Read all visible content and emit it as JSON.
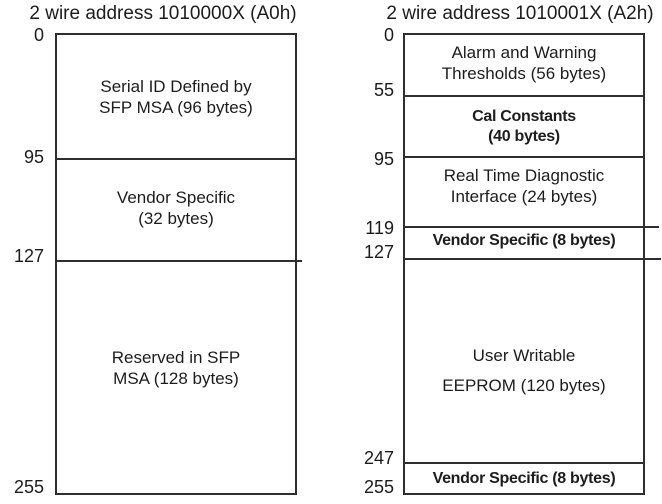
{
  "colors": {
    "background": "#ffffff",
    "line": "#2e2e2e",
    "text": "#1c1c1c"
  },
  "left_diagram": {
    "title": "2 wire address 1010000X (A0h)",
    "address_labels": [
      "0",
      "95",
      "127",
      "255"
    ],
    "segments": [
      {
        "label": "Serial ID Defined by\nSFP MSA (96 bytes)"
      },
      {
        "label": "Vendor Specific\n(32 bytes)"
      },
      {
        "label": "Reserved in SFP\nMSA (128 bytes)"
      }
    ]
  },
  "right_diagram": {
    "title": "2 wire address 1010001X (A2h)",
    "address_labels": [
      "0",
      "55",
      "95",
      "119",
      "127",
      "247",
      "255"
    ],
    "segments": [
      {
        "label": "Alarm and Warning\nThresholds (56 bytes)"
      },
      {
        "label": "Cal Constants\n(40 bytes)"
      },
      {
        "label": "Real Time Diagnostic\nInterface (24 bytes)"
      },
      {
        "label": "Vendor Specific (8 bytes)"
      },
      {
        "label": "User Writable\nEEPROM (120 bytes)"
      },
      {
        "label": "Vendor Specific (8 bytes)"
      }
    ]
  }
}
